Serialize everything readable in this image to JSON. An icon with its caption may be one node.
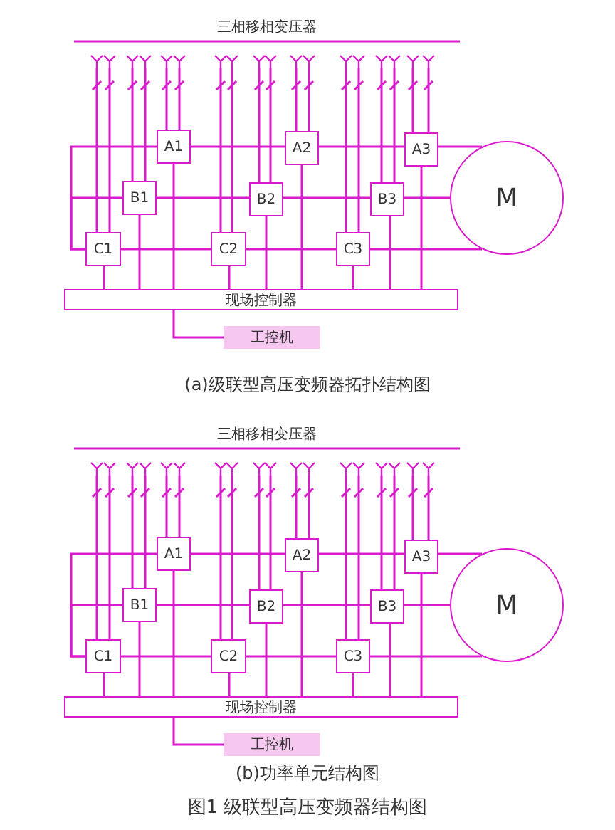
{
  "diagram": {
    "caption": "图1 级联型高压变频器结构图",
    "nodes": [
      {
        "text": [
          "三相移相变压器"
        ]
      },
      {
        "text": [
          "A1"
        ]
      },
      {
        "text": [
          "A2"
        ]
      },
      {
        "text": [
          "A3"
        ]
      },
      {
        "text": [
          "M"
        ]
      },
      {
        "text": [
          "B1"
        ]
      },
      {
        "text": [
          "B2"
        ]
      },
      {
        "text": [
          "B3"
        ]
      },
      {
        "text": [
          "C1"
        ]
      },
      {
        "text": [
          "C2"
        ]
      },
      {
        "text": [
          "C3"
        ]
      },
      {
        "text": [
          "现场控制器"
        ]
      },
      {
        "text": [
          "工控机"
        ]
      },
      {
        "text": [
          "三相移相变压器"
        ]
      },
      {
        "text": [
          "A1"
        ]
      },
      {
        "text": [
          "A2"
        ]
      },
      {
        "text": [
          "A3"
        ]
      },
      {
        "text": [
          "M"
        ]
      },
      {
        "text": [
          "B1"
        ]
      },
      {
        "text": [
          "B2"
        ]
      },
      {
        "text": [
          "B3"
        ]
      },
      {
        "text": [
          "C1"
        ]
      },
      {
        "text": [
          "C2"
        ]
      },
      {
        "text": [
          "C3"
        ]
      },
      {
        "text": [
          "现场控制器"
        ]
      },
      {
        "text": [
          "工控机"
        ]
      }
    ],
    "edges": [
      {
        "from": 0,
        "to": 8,
        "arrow": "none"
      },
      {
        "from": 0,
        "to": 8,
        "arrow": "none"
      },
      {
        "from": 0,
        "to": 5,
        "arrow": "none"
      },
      {
        "from": 0,
        "to": 5,
        "arrow": "none"
      },
      {
        "from": 0,
        "to": 1,
        "arrow": "none"
      },
      {
        "from": 0,
        "to": 1,
        "arrow": "none"
      },
      {
        "from": 0,
        "to": 9,
        "arrow": "none"
      },
      {
        "from": 0,
        "to": 9,
        "arrow": "none"
      },
      {
        "from": 0,
        "to": 6,
        "arrow": "none"
      },
      {
        "from": 0,
        "to": 6,
        "arrow": "none"
      },
      {
        "from": 0,
        "to": 2,
        "arrow": "none"
      },
      {
        "from": 0,
        "to": 2,
        "arrow": "none"
      },
      {
        "from": 0,
        "to": 10,
        "arrow": "none"
      },
      {
        "from": 0,
        "to": 10,
        "arrow": "none"
      },
      {
        "from": 0,
        "to": 7,
        "arrow": "none"
      },
      {
        "from": 0,
        "to": 7,
        "arrow": "none"
      },
      {
        "from": 0,
        "to": 3,
        "arrow": "none"
      },
      {
        "from": 0,
        "to": 3,
        "arrow": "none"
      },
      {
        "from": 1,
        "to": 2,
        "arrow": "none"
      },
      {
        "from": 2,
        "to": 3,
        "arrow": "none"
      },
      {
        "from": 3,
        "to": 4,
        "arrow": "none"
      },
      {
        "from": 5,
        "to": 6,
        "arrow": "none"
      },
      {
        "from": 6,
        "to": 7,
        "arrow": "none"
      },
      {
        "from": 7,
        "to": 4,
        "arrow": "none"
      },
      {
        "from": 8,
        "to": 9,
        "arrow": "none"
      },
      {
        "from": 9,
        "to": 10,
        "arrow": "none"
      },
      {
        "from": 10,
        "to": 4,
        "arrow": "none"
      },
      {
        "from": 1,
        "to": 8,
        "arrow": "none"
      },
      {
        "from": 5,
        "to": 8,
        "arrow": "none"
      },
      {
        "from": 8,
        "to": 11,
        "arrow": "none"
      },
      {
        "from": 5,
        "to": 11,
        "arrow": "none"
      },
      {
        "from": 1,
        "to": 11,
        "arrow": "none"
      },
      {
        "from": 9,
        "to": 11,
        "arrow": "none"
      },
      {
        "from": 6,
        "to": 11,
        "arrow": "none"
      },
      {
        "from": 2,
        "to": 11,
        "arrow": "none"
      },
      {
        "from": 10,
        "to": 11,
        "arrow": "none"
      },
      {
        "from": 7,
        "to": 11,
        "arrow": "none"
      },
      {
        "from": 3,
        "to": 11,
        "arrow": "none"
      },
      {
        "from": 11,
        "to": 12,
        "arrow": "none"
      },
      {
        "from": 13,
        "to": 21,
        "arrow": "none"
      },
      {
        "from": 13,
        "to": 21,
        "arrow": "none"
      },
      {
        "from": 13,
        "to": 18,
        "arrow": "none"
      },
      {
        "from": 13,
        "to": 18,
        "arrow": "none"
      },
      {
        "from": 13,
        "to": 14,
        "arrow": "none"
      },
      {
        "from": 13,
        "to": 14,
        "arrow": "none"
      },
      {
        "from": 13,
        "to": 22,
        "arrow": "none"
      },
      {
        "from": 13,
        "to": 22,
        "arrow": "none"
      },
      {
        "from": 13,
        "to": 19,
        "arrow": "none"
      },
      {
        "from": 13,
        "to": 19,
        "arrow": "none"
      },
      {
        "from": 13,
        "to": 15,
        "arrow": "none"
      },
      {
        "from": 13,
        "to": 15,
        "arrow": "none"
      },
      {
        "from": 13,
        "to": 23,
        "arrow": "none"
      },
      {
        "from": 13,
        "to": 23,
        "arrow": "none"
      },
      {
        "from": 13,
        "to": 20,
        "arrow": "none"
      },
      {
        "from": 13,
        "to": 20,
        "arrow": "none"
      },
      {
        "from": 13,
        "to": 16,
        "arrow": "none"
      },
      {
        "from": 13,
        "to": 16,
        "arrow": "none"
      },
      {
        "from": 14,
        "to": 15,
        "arrow": "none"
      },
      {
        "from": 15,
        "to": 16,
        "arrow": "none"
      },
      {
        "from": 16,
        "to": 17,
        "arrow": "none"
      },
      {
        "from": 18,
        "to": 19,
        "arrow": "none"
      },
      {
        "from": 19,
        "to": 20,
        "arrow": "none"
      },
      {
        "from": 20,
        "to": 17,
        "arrow": "none"
      },
      {
        "from": 21,
        "to": 22,
        "arrow": "none"
      },
      {
        "from": 22,
        "to": 23,
        "arrow": "none"
      },
      {
        "from": 23,
        "to": 17,
        "arrow": "none"
      },
      {
        "from": 14,
        "to": 21,
        "arrow": "none"
      },
      {
        "from": 18,
        "to": 21,
        "arrow": "none"
      },
      {
        "from": 21,
        "to": 24,
        "arrow": "none"
      },
      {
        "from": 18,
        "to": 24,
        "arrow": "none"
      },
      {
        "from": 14,
        "to": 24,
        "arrow": "none"
      },
      {
        "from": 22,
        "to": 24,
        "arrow": "none"
      },
      {
        "from": 19,
        "to": 24,
        "arrow": "none"
      },
      {
        "from": 15,
        "to": 24,
        "arrow": "none"
      },
      {
        "from": 23,
        "to": 24,
        "arrow": "none"
      },
      {
        "from": 20,
        "to": 24,
        "arrow": "none"
      },
      {
        "from": 16,
        "to": 24,
        "arrow": "none"
      },
      {
        "from": 24,
        "to": 25,
        "arrow": "none"
      }
    ],
    "labels": [
      "(a)级联型高压变频器拓扑结构图",
      "(b)功率单元结构图"
    ]
  }
}
